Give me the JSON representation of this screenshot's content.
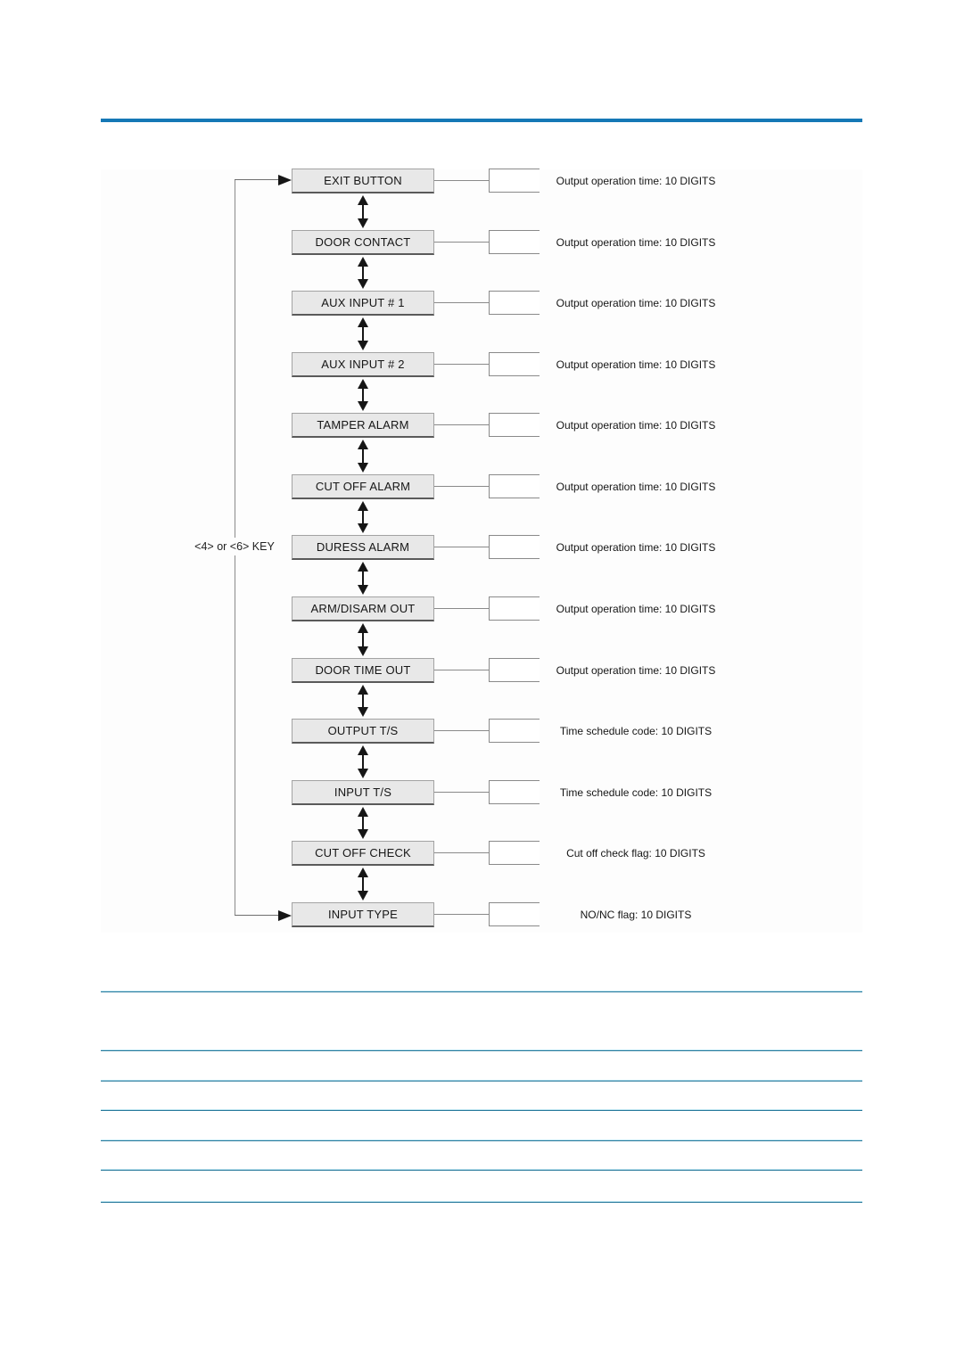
{
  "colors": {
    "top_rule": "#1578b6",
    "thin_rule": "#27799b",
    "node_fill": "#e8e8e8",
    "arrow": "#161616"
  },
  "diagram": {
    "key_label": "<4> or <6> KEY",
    "rows": [
      {
        "node": "EXIT BUTTON",
        "description": "Output operation time: 10 DIGITS"
      },
      {
        "node": "DOOR CONTACT",
        "description": "Output operation time: 10 DIGITS"
      },
      {
        "node": "AUX INPUT # 1",
        "description": "Output operation time: 10 DIGITS"
      },
      {
        "node": "AUX INPUT # 2",
        "description": "Output operation time: 10 DIGITS"
      },
      {
        "node": "TAMPER ALARM",
        "description": "Output operation time: 10 DIGITS"
      },
      {
        "node": "CUT OFF ALARM",
        "description": "Output operation time: 10 DIGITS"
      },
      {
        "node": "DURESS ALARM",
        "description": "Output operation time: 10 DIGITS"
      },
      {
        "node": "ARM/DISARM OUT",
        "description": "Output operation time: 10 DIGITS"
      },
      {
        "node": "DOOR TIME OUT",
        "description": "Output operation time: 10 DIGITS"
      },
      {
        "node": "OUTPUT T/S",
        "description": "Time schedule code: 10 DIGITS"
      },
      {
        "node": "INPUT T/S",
        "description": "Time schedule code: 10 DIGITS"
      },
      {
        "node": "CUT OFF CHECK",
        "description": "Cut off check flag: 10 DIGITS"
      },
      {
        "node": "INPUT TYPE",
        "description": "NO/NC flag: 10 DIGITS"
      }
    ]
  }
}
